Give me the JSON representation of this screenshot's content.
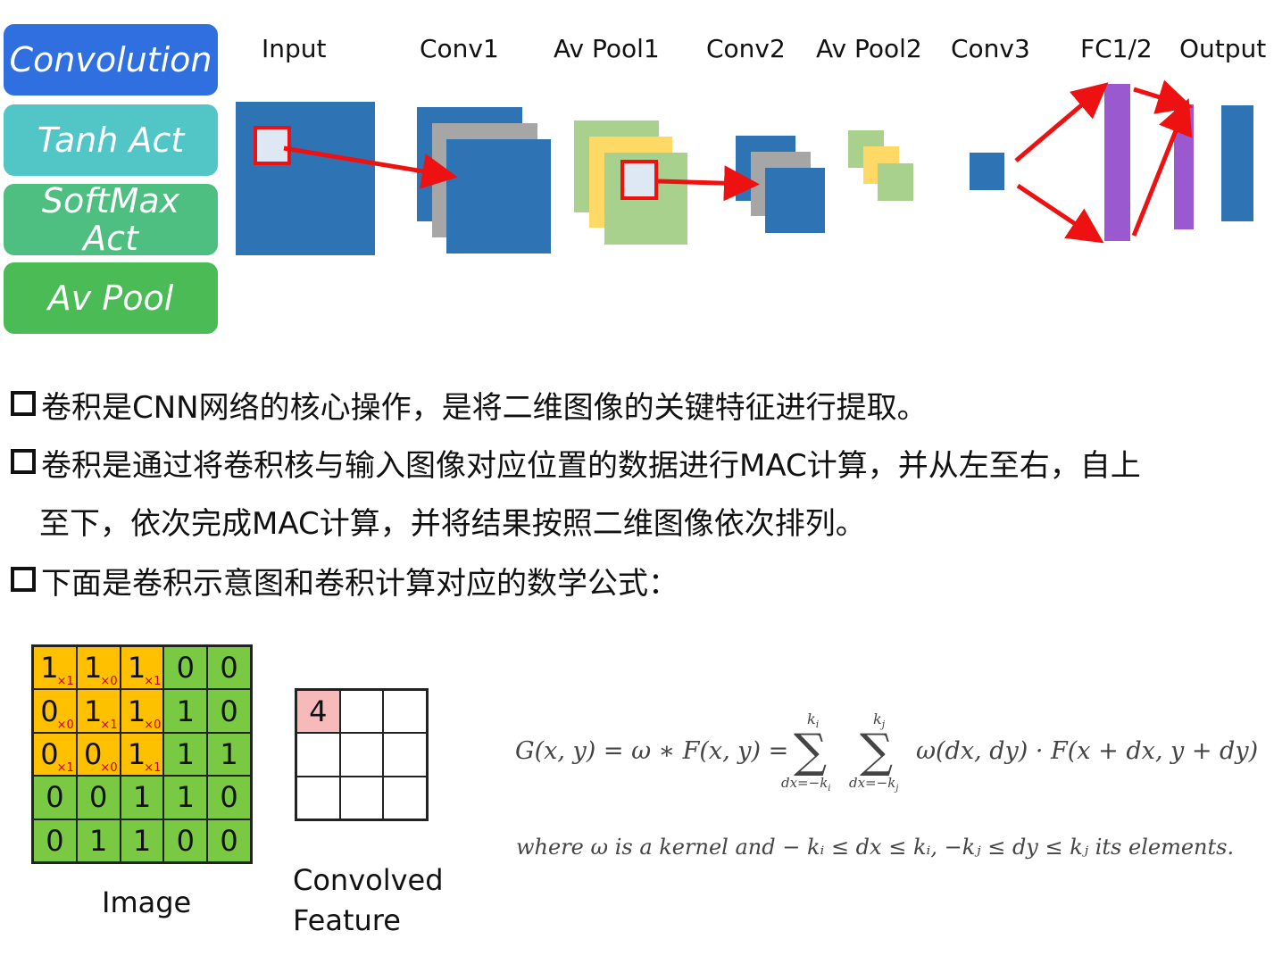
{
  "legend": [
    {
      "label": "Convolution",
      "color": "#2f6fe0"
    },
    {
      "label": "Tanh Act",
      "color": "#52c6c6"
    },
    {
      "label": "SoftMax\nAct",
      "color": "#4ebf80"
    },
    {
      "label": "Av Pool",
      "color": "#4bbb55"
    }
  ],
  "stages": [
    "Input",
    "Conv1",
    "Av Pool1",
    "Conv2",
    "Av Pool2",
    "Conv3",
    "FC1/2",
    "Output"
  ],
  "colors": {
    "conv_blue": "#2e74b5",
    "gray": "#a6a6a6",
    "yellow": "#ffd966",
    "light_green": "#a9d18e",
    "purple": "#9b59d0",
    "red": "#ee1111",
    "orange": "#ffc000",
    "green": "#7ac943",
    "pink": "#f7b9b9"
  },
  "bullets": [
    "卷积是CNN网络的核心操作，是将二维图像的关键特征进行提取。",
    "卷积是通过将卷积核与输入图像对应位置的数据进行MAC计算，并从左至右，自上",
    "下面是卷积示意图和卷积计算对应的数学公式："
  ],
  "bullet_continuation": "至下，依次完成MAC计算，并将结果按照二维图像依次排列。",
  "image": {
    "caption": "Image",
    "values": [
      [
        1,
        1,
        1,
        0,
        0
      ],
      [
        0,
        1,
        1,
        1,
        0
      ],
      [
        0,
        0,
        1,
        1,
        1
      ],
      [
        0,
        0,
        1,
        1,
        0
      ],
      [
        0,
        1,
        1,
        0,
        0
      ]
    ],
    "kernel_weights": [
      [
        "×1",
        "×0",
        "×1"
      ],
      [
        "×0",
        "×1",
        "×0"
      ],
      [
        "×1",
        "×0",
        "×1"
      ]
    ]
  },
  "feature": {
    "caption_line1": "Convolved",
    "caption_line2": "Feature",
    "first_value": "4"
  },
  "formula": {
    "main": "G(x, y) = ω ∗ F(x, y) =",
    "sum1_top": "k",
    "sum1_top_sub": "i",
    "sum1_bottom": "dx=−k",
    "sum1_bottom_sub": "i",
    "sum2_top": "k",
    "sum2_top_sub": "j",
    "sum2_bottom": "dx=−k",
    "sum2_bottom_sub": "j",
    "tail": "ω(dx, dy) · F(x + dx, y + dy)",
    "where": "where ω is a kernel and  − kᵢ ≤ dx ≤ kᵢ, −kⱼ ≤ dy ≤ kⱼ its elements."
  }
}
